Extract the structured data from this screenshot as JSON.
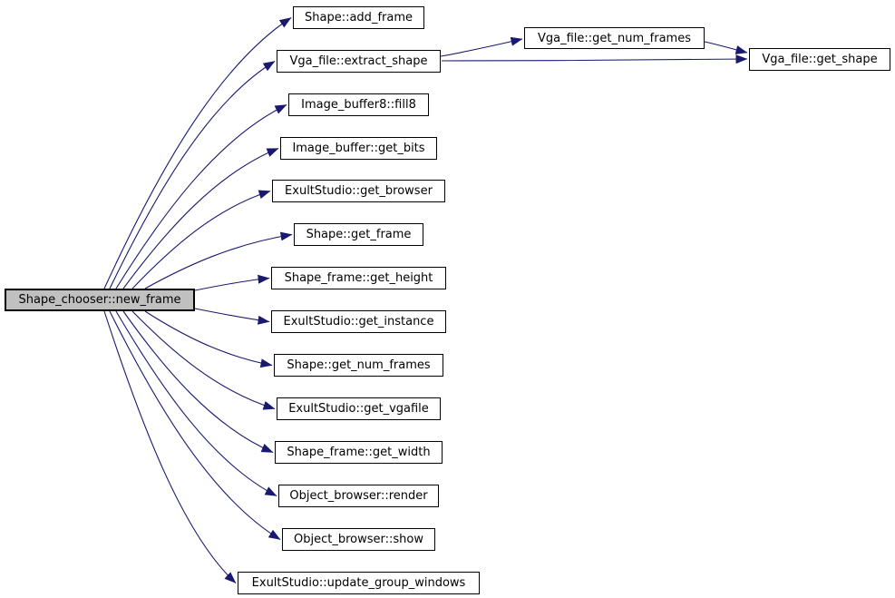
{
  "diagram": {
    "kind": "call-graph",
    "root_index": 0
  },
  "nodes": [
    {
      "id": "shape-chooser-new-frame",
      "label": "Shape_chooser::new_frame",
      "highlighted": true
    },
    {
      "id": "shape-add-frame",
      "label": "Shape::add_frame",
      "highlighted": false
    },
    {
      "id": "vga-file-extract-shape",
      "label": "Vga_file::extract_shape",
      "highlighted": false
    },
    {
      "id": "image-buffer8-fill8",
      "label": "Image_buffer8::fill8",
      "highlighted": false
    },
    {
      "id": "image-buffer-get-bits",
      "label": "Image_buffer::get_bits",
      "highlighted": false
    },
    {
      "id": "exultstudio-get-browser",
      "label": "ExultStudio::get_browser",
      "highlighted": false
    },
    {
      "id": "shape-get-frame",
      "label": "Shape::get_frame",
      "highlighted": false
    },
    {
      "id": "shape-frame-get-height",
      "label": "Shape_frame::get_height",
      "highlighted": false
    },
    {
      "id": "exultstudio-get-instance",
      "label": "ExultStudio::get_instance",
      "highlighted": false
    },
    {
      "id": "shape-get-num-frames",
      "label": "Shape::get_num_frames",
      "highlighted": false
    },
    {
      "id": "exultstudio-get-vgafile",
      "label": "ExultStudio::get_vgafile",
      "highlighted": false
    },
    {
      "id": "shape-frame-get-width",
      "label": "Shape_frame::get_width",
      "highlighted": false
    },
    {
      "id": "object-browser-render",
      "label": "Object_browser::render",
      "highlighted": false
    },
    {
      "id": "object-browser-show",
      "label": "Object_browser::show",
      "highlighted": false
    },
    {
      "id": "exultstudio-update-group-windows",
      "label": "ExultStudio::update_group_windows",
      "highlighted": false
    },
    {
      "id": "vga-file-get-num-frames",
      "label": "Vga_file::get_num_frames",
      "highlighted": false
    },
    {
      "id": "vga-file-get-shape",
      "label": "Vga_file::get_shape",
      "highlighted": false
    }
  ],
  "edges": [
    {
      "from": 0,
      "to": 1
    },
    {
      "from": 0,
      "to": 2
    },
    {
      "from": 0,
      "to": 3
    },
    {
      "from": 0,
      "to": 4
    },
    {
      "from": 0,
      "to": 5
    },
    {
      "from": 0,
      "to": 6
    },
    {
      "from": 0,
      "to": 7
    },
    {
      "from": 0,
      "to": 8
    },
    {
      "from": 0,
      "to": 9
    },
    {
      "from": 0,
      "to": 10
    },
    {
      "from": 0,
      "to": 11
    },
    {
      "from": 0,
      "to": 12
    },
    {
      "from": 0,
      "to": 13
    },
    {
      "from": 0,
      "to": 14
    },
    {
      "from": 2,
      "to": 15
    },
    {
      "from": 2,
      "to": 16
    },
    {
      "from": 15,
      "to": 16
    }
  ],
  "colors": {
    "edge": "#191970",
    "arrow": "#191970",
    "node_fill": "#ffffff",
    "node_border": "#000000",
    "root_fill": "#c0c0c0",
    "background": "#ffffff",
    "text": "#000000"
  }
}
